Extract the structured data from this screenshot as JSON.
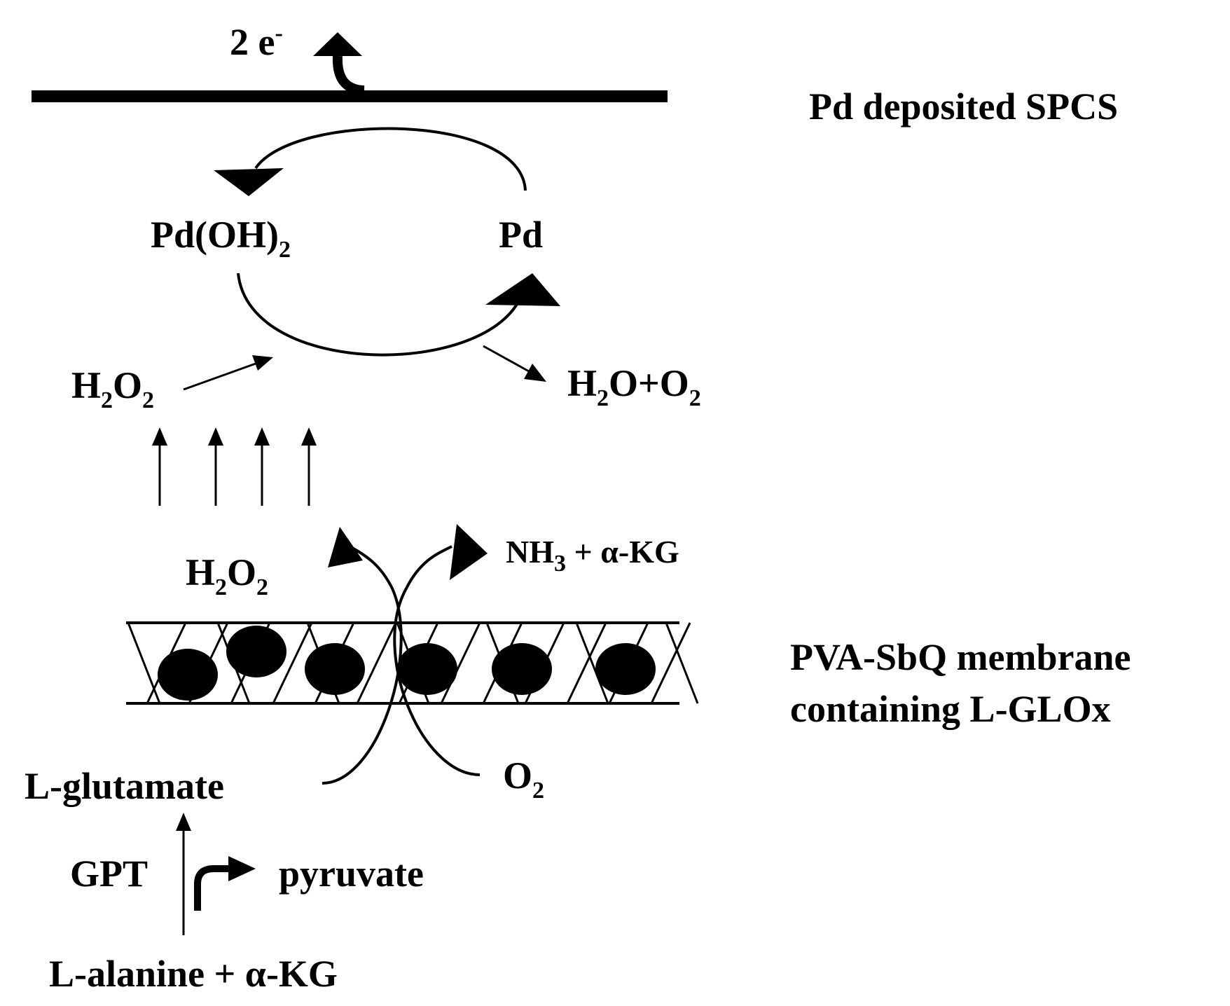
{
  "electrode_label": "Pd deposited SPCS",
  "electron_label": {
    "main": "2 e",
    "sup": "-"
  },
  "pd_oh2": {
    "main": "Pd(OH)",
    "sub": "2"
  },
  "pd": "Pd",
  "h2o2_left": {
    "a": "H",
    "a_sub": "2",
    "b": "O",
    "b_sub": "2"
  },
  "h2o_o2": {
    "a": "H",
    "a_sub": "2",
    "b": "O+O",
    "b_sub": "2"
  },
  "h2o2_membrane": {
    "a": "H",
    "a_sub": "2",
    "b": "O",
    "b_sub": "2"
  },
  "nh3_akg": {
    "a": "NH",
    "a_sub": "3",
    "b": " + α-KG"
  },
  "membrane_label": {
    "line1": "PVA-SbQ membrane",
    "line2": "containing L-GLOx"
  },
  "l_glutamate": "L-glutamate",
  "o2": {
    "a": "O",
    "a_sub": "2"
  },
  "gpt": "GPT",
  "pyruvate": "pyruvate",
  "substrates": "L-alanine + α-KG"
}
